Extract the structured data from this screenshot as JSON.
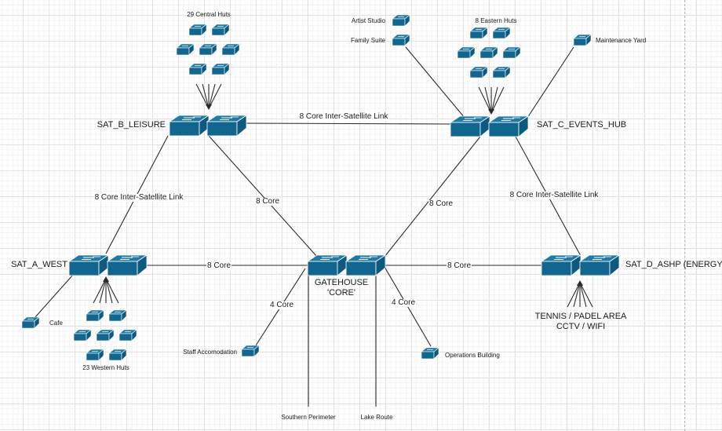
{
  "colors": {
    "switch": "#10668f",
    "switch_light": "#1f7aa5",
    "line": "#2b2b2b",
    "grid": "#e3e3e3"
  },
  "satellites": {
    "b": {
      "name": "SAT_B_LEISURE"
    },
    "c": {
      "name": "SAT_C_EVENTS_HUB"
    },
    "a": {
      "name": "SAT_A_WEST"
    },
    "d": {
      "name": "SAT_D_ASHP (ENERGY)"
    },
    "core": {
      "name_line1": "GATEHOUSE",
      "name_line2": "'CORE'"
    }
  },
  "groups": {
    "central_huts": "29 Central Huts",
    "eastern_huts": "8 Eastern Huts",
    "western_huts": "23 Western Huts",
    "tennis_line1": "TENNIS / PADEL AREA",
    "tennis_line2": "CCTV / WIFI"
  },
  "endpoints": {
    "artist_studio": "Artist Studio",
    "family_suite": "Family Suite",
    "maintenance_yard": "Maintenance Yard",
    "cafe": "Cafe",
    "staff_accomodation": "Staff Accomodation",
    "operations_building": "Operations Building",
    "southern_perimeter": "Southern Perimeter",
    "lake_route": "Lake Route"
  },
  "links": {
    "b_c": "8 Core Inter-Satellite Link",
    "b_a": "8 Core Inter-Satellite Link",
    "c_d": "8 Core Inter-Satellite Link",
    "b_core": "8 Core",
    "c_core": "8 Core",
    "a_core": "8 Core",
    "core_d": "8 Core",
    "core_staff": "4 Core",
    "core_ops": "4 Core"
  }
}
